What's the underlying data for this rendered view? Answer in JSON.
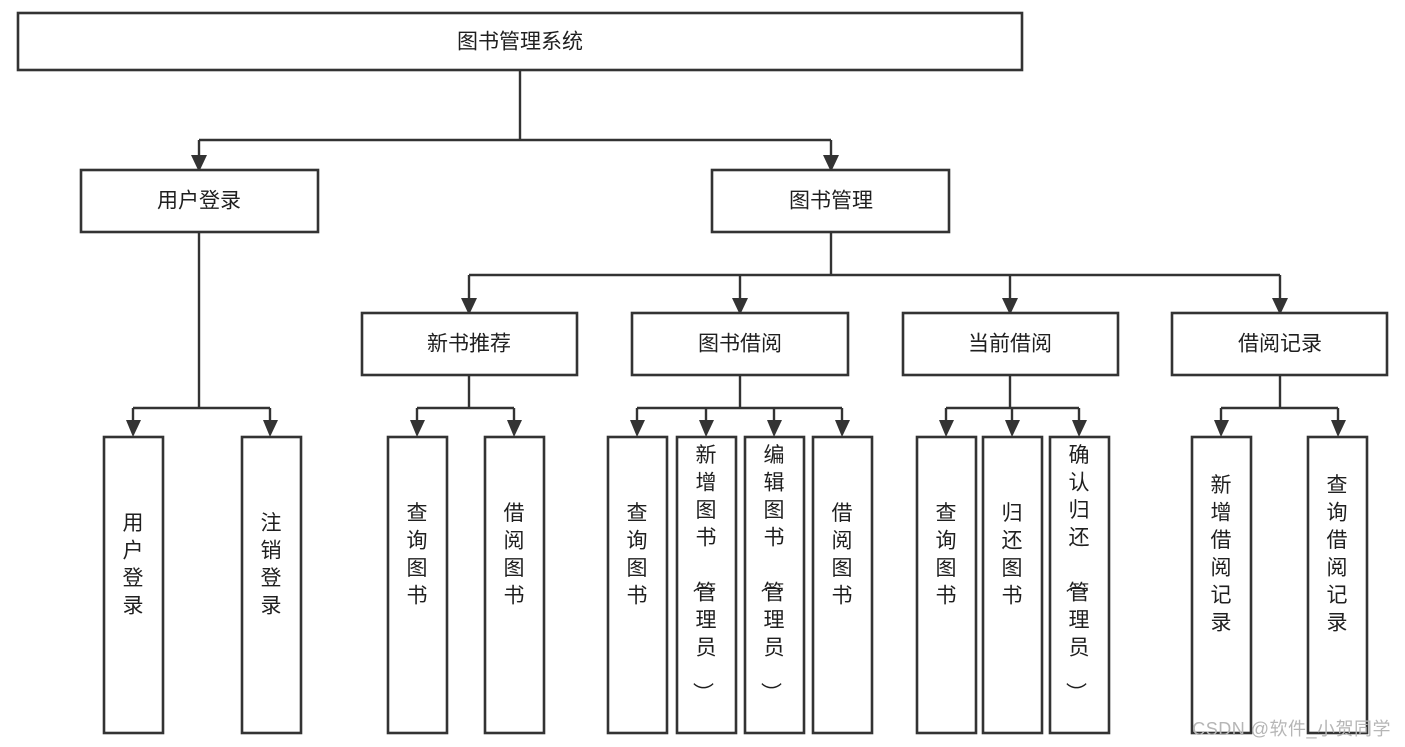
{
  "diagram": {
    "title": "图书管理系统",
    "type": "tree-hierarchy",
    "watermark": "CSDN @软件_小贺同学",
    "colors": {
      "box_stroke": "#333333",
      "box_fill": "#ffffff",
      "connector": "#333333",
      "text": "#1f1f1f",
      "watermark": "#b6b6b6",
      "background": "#ffffff"
    },
    "root": {
      "label": "图书管理系统",
      "orientation": "horizontal"
    },
    "level1": [
      {
        "label": "用户登录",
        "orientation": "horizontal"
      },
      {
        "label": "图书管理",
        "orientation": "horizontal"
      }
    ],
    "level2": [
      {
        "label": "新书推荐",
        "orientation": "horizontal",
        "parent": "图书管理"
      },
      {
        "label": "图书借阅",
        "orientation": "horizontal",
        "parent": "图书管理"
      },
      {
        "label": "当前借阅",
        "orientation": "horizontal",
        "parent": "图书管理"
      },
      {
        "label": "借阅记录",
        "orientation": "horizontal",
        "parent": "图书管理"
      }
    ],
    "leaves": {
      "用户登录": [
        {
          "label": "用户登录",
          "orientation": "vertical"
        },
        {
          "label": "注销登录",
          "orientation": "vertical"
        }
      ],
      "新书推荐": [
        {
          "label": "查询图书",
          "orientation": "vertical"
        },
        {
          "label": "借阅图书",
          "orientation": "vertical"
        }
      ],
      "图书借阅": [
        {
          "label": "查询图书",
          "orientation": "vertical"
        },
        {
          "label": "新增图书（管理员）",
          "orientation": "vertical"
        },
        {
          "label": "编辑图书（管理员）",
          "orientation": "vertical"
        },
        {
          "label": "借阅图书",
          "orientation": "vertical"
        }
      ],
      "当前借阅": [
        {
          "label": "查询图书",
          "orientation": "vertical"
        },
        {
          "label": "归还图书",
          "orientation": "vertical"
        },
        {
          "label": "确认归还（管理员）",
          "orientation": "vertical"
        }
      ],
      "借阅记录": [
        {
          "label": "新增借阅记录",
          "orientation": "vertical"
        },
        {
          "label": "查询借阅记录",
          "orientation": "vertical"
        }
      ]
    }
  }
}
